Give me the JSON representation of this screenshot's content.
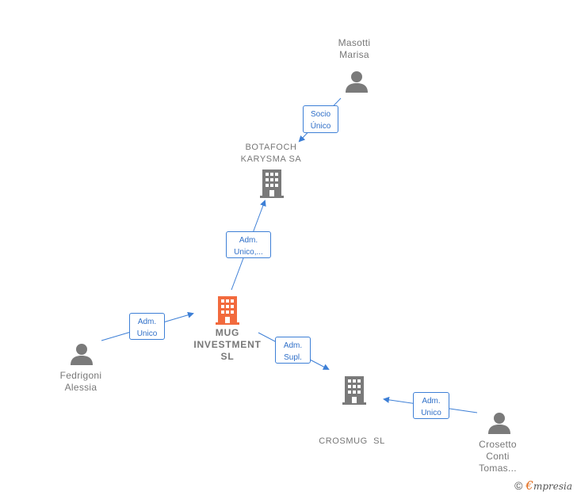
{
  "nodes": {
    "masotti": {
      "line1": "Masotti",
      "line2": "Marisa"
    },
    "botafoch": {
      "line1": "BOTAFOCH",
      "line2": "KARYSMA SA"
    },
    "mug": {
      "line1": "MUG",
      "line2": "INVESTMENT",
      "line3": "SL"
    },
    "fedrigoni": {
      "line1": "Fedrigoni",
      "line2": "Alessia"
    },
    "crosmug": {
      "line1": "CROSMUG  SL"
    },
    "crosetto": {
      "line1": "Crosetto",
      "line2": "Conti",
      "line3": "Tomas..."
    }
  },
  "edges": {
    "masotti_botafoch": {
      "line1": "Socio",
      "line2": "Único"
    },
    "mug_botafoch": {
      "line1": "Adm.",
      "line2": "Unico,..."
    },
    "fedrigoni_mug": {
      "line1": "Adm.",
      "line2": "Unico"
    },
    "mug_crosmug": {
      "line1": "Adm.",
      "line2": "Supl."
    },
    "crosetto_crosmug": {
      "line1": "Adm.",
      "line2": "Unico"
    }
  },
  "colors": {
    "edge": "#3d7fd6",
    "company": "#7a7a7a",
    "highlight": "#f26a3d",
    "person": "#7a7a7a"
  },
  "footer": {
    "copyright": "©",
    "brand_initial": "€",
    "brand_rest": "mpresia"
  }
}
